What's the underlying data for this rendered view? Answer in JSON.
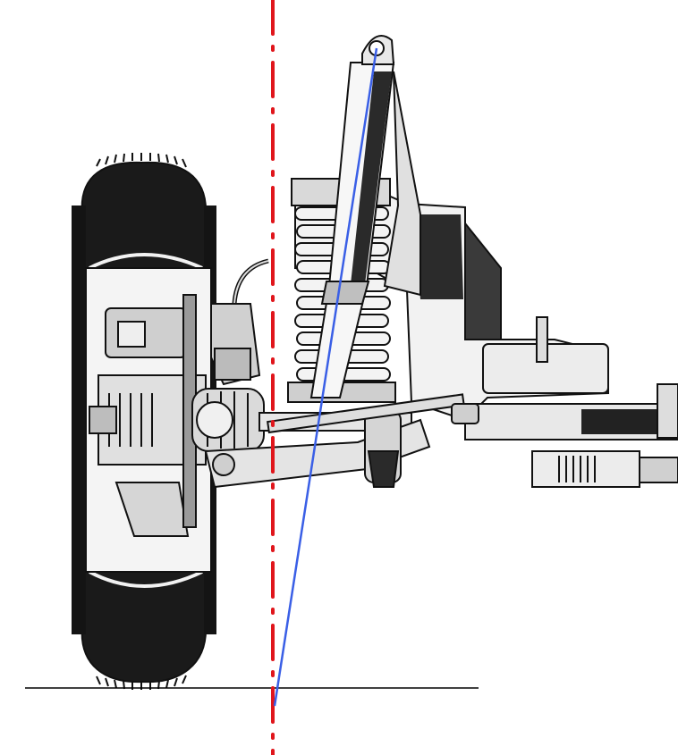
{
  "figure": {
    "subject": "macpherson-strut-front-suspension-cutaway",
    "colors": {
      "centerline": "#e0161c",
      "steering_axis": "#3a5fe6",
      "ground": "#000000",
      "ink": "#111111",
      "tire_fill": "#1a1a1a",
      "metal_light": "#e9e9e9",
      "metal_mid": "#bdbdbd",
      "background": "#ffffff"
    },
    "elements": [
      "tire",
      "wheel-hub",
      "brake-caliper",
      "drive-shaft",
      "cv-joint",
      "coil-spring",
      "strut-damper",
      "upper-mount",
      "lower-control-arm",
      "subframe",
      "steering-rack",
      "tie-rod"
    ]
  }
}
